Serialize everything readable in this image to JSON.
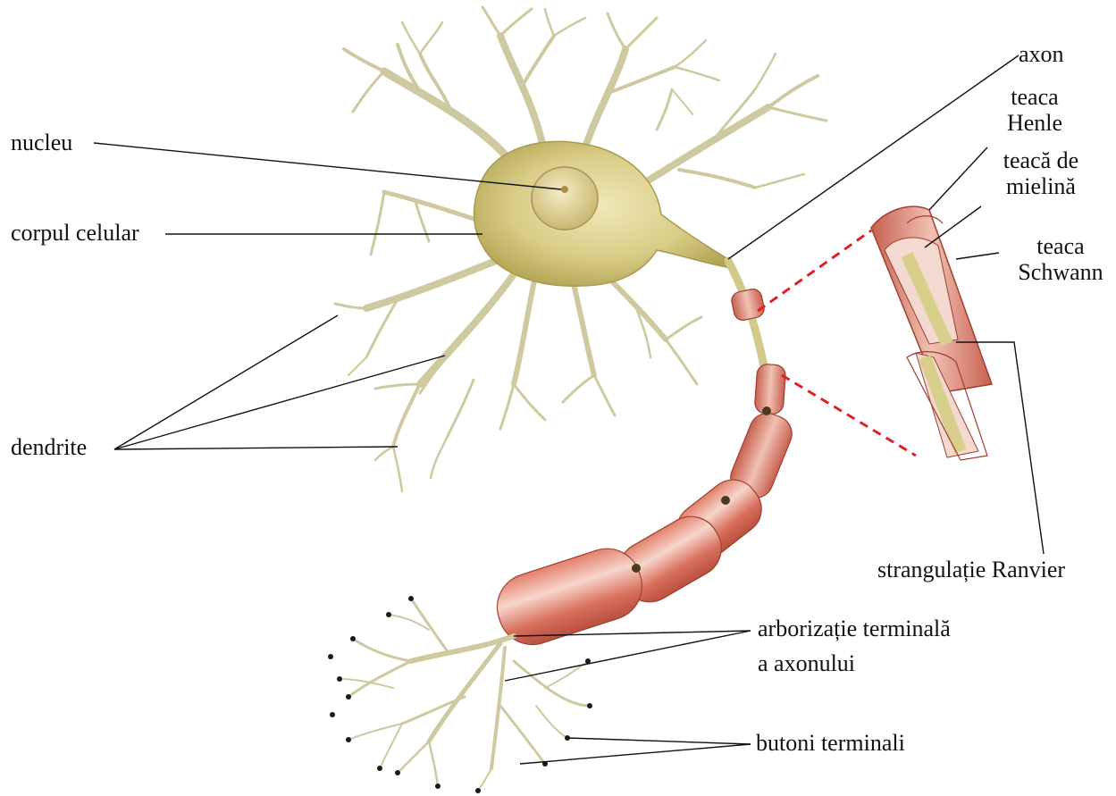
{
  "labels": {
    "axon": "axon",
    "nucleu": "nucleu",
    "corpul_celular": "corpul celular",
    "dendrite": "dendrite",
    "teaca_henle_1": "teaca",
    "teaca_henle_2": "Henle",
    "teaca_mielina_1": "teacă de",
    "teaca_mielina_2": "mielină",
    "teaca_schwann_1": "teaca",
    "teaca_schwann_2": "Schwann",
    "strangulatie": "strangulație Ranvier",
    "arborizatie_1": "arborizație terminală",
    "arborizatie_2": "a axonului",
    "butoni": "butoni terminali"
  },
  "colors": {
    "soma": "#d8cc86",
    "soma_dark": "#b8ab5c",
    "dendrite": "#ccc7a0",
    "myelin": "#d9705e",
    "myelin_light": "#f3c2b4",
    "axon_core": "#d7cf8a",
    "dashed_line": "#e02020",
    "leader": "#111111"
  }
}
